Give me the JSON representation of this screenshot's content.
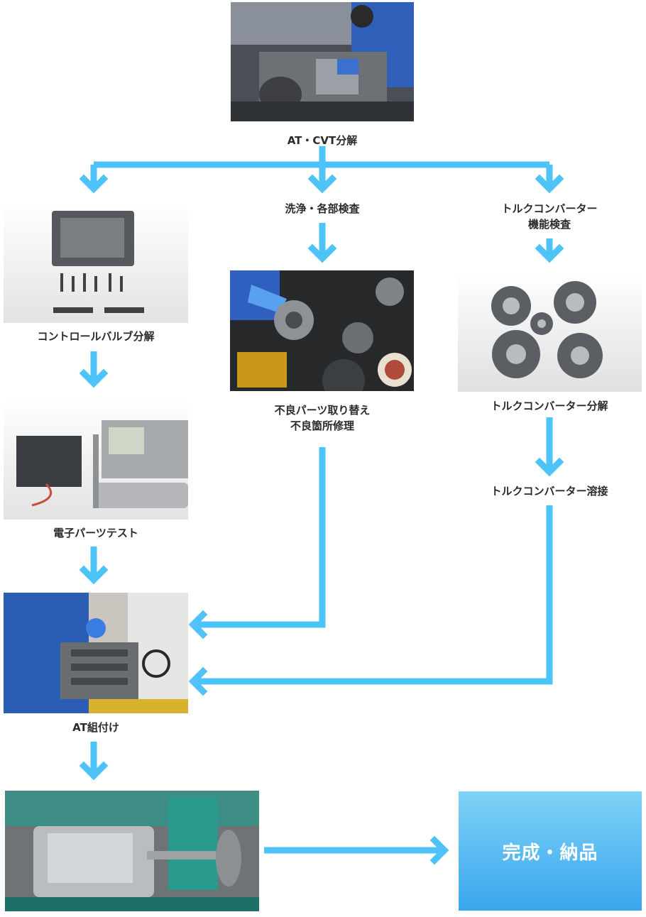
{
  "steps": {
    "disassembly": {
      "label": "AT・CVT分解",
      "photo": "mechanic-disassembling-transmission"
    },
    "control_valve": {
      "label": "コントロールバルブ分解",
      "photo": "valve-body-and-parts"
    },
    "electronic_test": {
      "label": "電子パーツテスト",
      "photo": "oscilloscope-electronic-parts"
    },
    "assembly": {
      "label": "AT組付け",
      "photo": "mechanic-assembling-transmission"
    },
    "cleaning": {
      "label": "洗浄・各部検査"
    },
    "replacement": {
      "lines": [
        "不良パーツ取り替え",
        "不良箇所修理"
      ],
      "photo": "gears-and-parts-on-table"
    },
    "converter_inspection": {
      "lines": [
        "トルクコンバーター",
        "機能検査"
      ]
    },
    "converter_disassembly": {
      "label": "トルクコンバーター分解",
      "photo": "torque-converter-parts"
    },
    "converter_welding": {
      "label": "トルクコンバーター溶接"
    },
    "bench_test": {
      "photo": "transmission-on-test-bench"
    }
  },
  "final": {
    "label": "完成・納品"
  },
  "colors": {
    "arrow": "#4dc3f7",
    "finish_top": "#7fd3f7",
    "finish_bottom": "#3aa6ee"
  }
}
